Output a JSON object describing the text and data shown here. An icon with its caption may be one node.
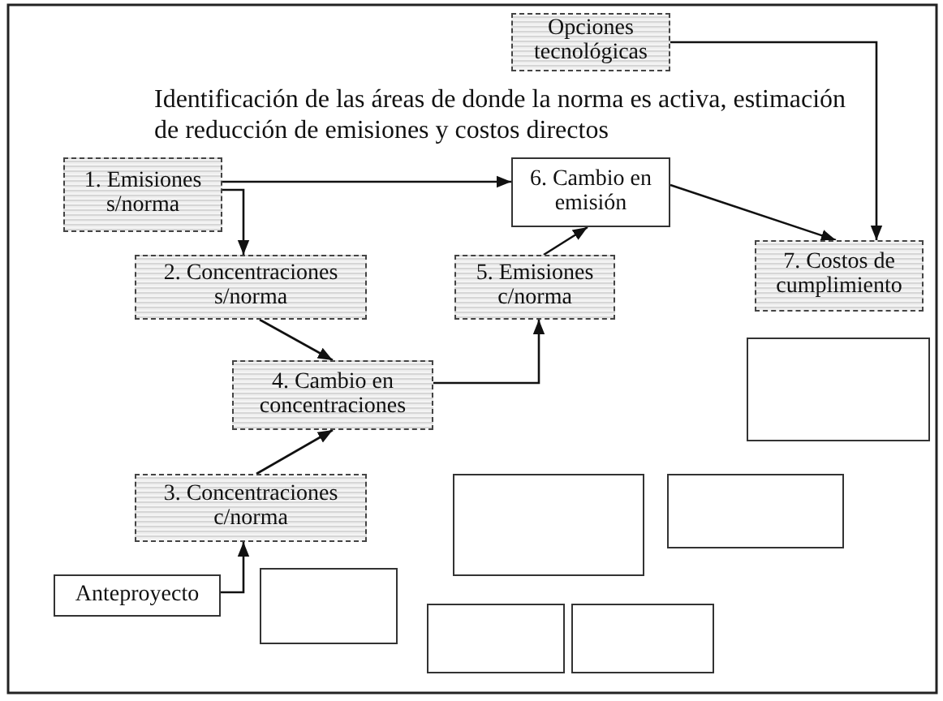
{
  "diagram": {
    "title": "Identificación de las áreas de donde la norma es activa, estimación de reducción de emisiones y costos directos",
    "nodes": [
      {
        "text": [
          "Opciones tecnológicas"
        ]
      },
      {
        "text": [
          "1. Emisiones s/norma"
        ]
      },
      {
        "text": [
          "6. Cambio en emisión"
        ]
      },
      {
        "text": [
          "2. Concentraciones s/norma"
        ]
      },
      {
        "text": [
          "5. Emisiones c/norma"
        ]
      },
      {
        "text": [
          "7. Costos de cumplimiento"
        ]
      },
      {
        "text": [
          "4. Cambio en concentraciones"
        ]
      },
      {
        "text": [],
        "shape": "box"
      },
      {
        "text": [
          "3. Concentraciones c/norma"
        ]
      },
      {
        "text": [],
        "shape": "box"
      },
      {
        "text": [],
        "shape": "box"
      },
      {
        "text": [
          "Anteproyecto"
        ]
      },
      {
        "text": [],
        "shape": "box"
      },
      {
        "text": [],
        "shape": "box"
      },
      {
        "text": [],
        "shape": "box"
      }
    ],
    "edges": [
      {
        "from": 1,
        "to": 2,
        "arrow": "to"
      },
      {
        "from": 1,
        "to": 3,
        "arrow": "to"
      },
      {
        "from": 3,
        "to": 6,
        "arrow": "to"
      },
      {
        "from": 8,
        "to": 6,
        "arrow": "to"
      },
      {
        "from": 6,
        "to": 4,
        "arrow": "to"
      },
      {
        "from": 4,
        "to": 2,
        "arrow": "to"
      },
      {
        "from": 2,
        "to": 5,
        "arrow": "to"
      },
      {
        "from": 0,
        "to": 5,
        "arrow": "to"
      },
      {
        "from": 11,
        "to": 8,
        "arrow": "to"
      }
    ]
  }
}
